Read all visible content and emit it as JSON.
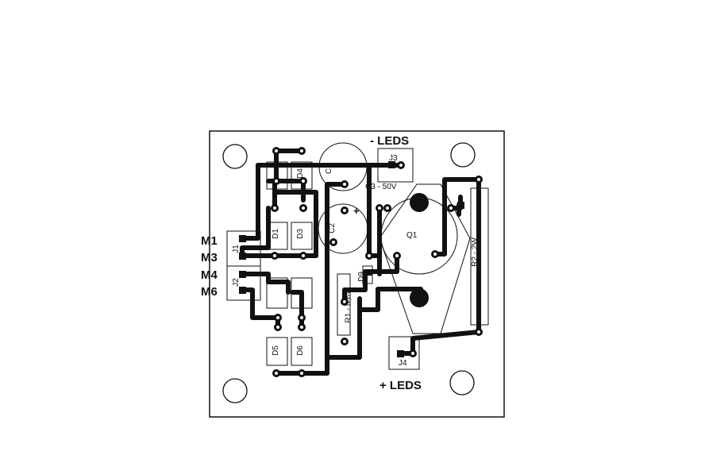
{
  "board": {
    "leds_minus": "- LEDS",
    "leds_plus": "+ LEDS",
    "cap_c3": "C3 - 50V",
    "cap_c": "C",
    "cap_c2": "C2",
    "resistor_r1": "R1 - 0,6V",
    "resistor_r2": "R2 - 2W",
    "transistor": "Q1",
    "connectors": {
      "j1": "J1",
      "j2": "J2",
      "j3": "J3",
      "j4": "J4"
    },
    "diodes": {
      "d1": "D1",
      "d3": "D3",
      "d4": "D4",
      "d5": "D5",
      "d6": "D6",
      "d9": "D9"
    },
    "polarity_plus": "+",
    "motor_pins": [
      "M1",
      "M3",
      "M4",
      "M6"
    ]
  }
}
